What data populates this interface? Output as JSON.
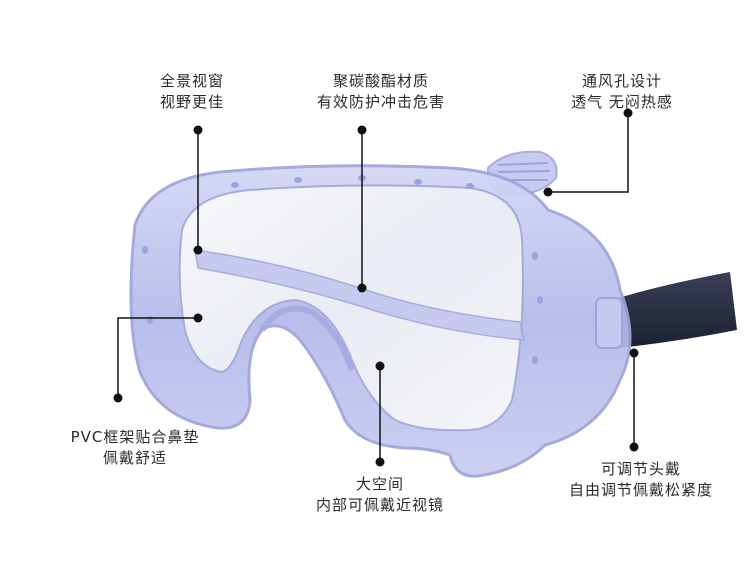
{
  "callouts": {
    "view": {
      "line1": "全景视窗",
      "line2": "视野更佳"
    },
    "material": {
      "line1": "聚碳酸酯材质",
      "line2": "有效防护冲击危害"
    },
    "vent": {
      "line1": "通风孔设计",
      "line2": "透气 无闷热感"
    },
    "frame": {
      "line1": "PVC框架贴合鼻垫",
      "line2": "佩戴舒适"
    },
    "space": {
      "line1": "大空间",
      "line2": "内部可佩戴近视镜"
    },
    "strap": {
      "line1": "可调节头戴",
      "line2": "自由调节佩戴松紧度"
    }
  },
  "colors": {
    "frame_blue": "#b7bbe8",
    "lens_fill": "#eef1f7",
    "strap_dark": "#24293d",
    "callout_line": "#111111"
  }
}
